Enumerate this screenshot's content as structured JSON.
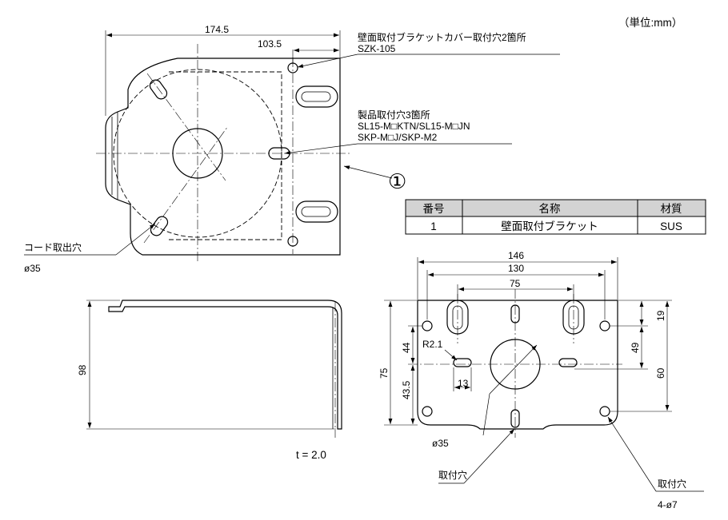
{
  "unit_note": "（単位:mm）",
  "top_view": {
    "dim_overall_width": "174.5",
    "dim_hole_offset": "103.5",
    "callout_cover_holes": "壁面取付ブラケットカバー取付穴2箇所",
    "callout_cover_model": "SZK-105",
    "callout_product_holes": "製品取付穴3箇所",
    "callout_product_models_1": "SL15-M□KTN/SL15-M□JN",
    "callout_product_models_2": "SKP-M□J/SKP-M2",
    "callout_cord_hole": "コード取出穴",
    "cord_hole_diameter": "ø35",
    "part_marker": "①"
  },
  "parts_table": {
    "headers": [
      "番号",
      "名称",
      "材質"
    ],
    "rows": [
      [
        "1",
        "壁面取付ブラケット",
        "SUS"
      ]
    ]
  },
  "side_view": {
    "dim_height": "98",
    "thickness": "t = 2.0"
  },
  "plate_view": {
    "dim_146": "146",
    "dim_130": "130",
    "dim_75_horizontal": "75",
    "dim_19": "19",
    "dim_49": "49",
    "dim_60": "60",
    "dim_44": "44",
    "dim_75_vertical": "75",
    "dim_43_5": "43.5",
    "dim_r2_1": "R2.1",
    "dim_13": "13",
    "cord_hole_diameter": "ø35",
    "label_mount_hole": "取付穴",
    "label_mount_hole_2": "取付穴",
    "mount_hole_spec": "4-ø7"
  }
}
